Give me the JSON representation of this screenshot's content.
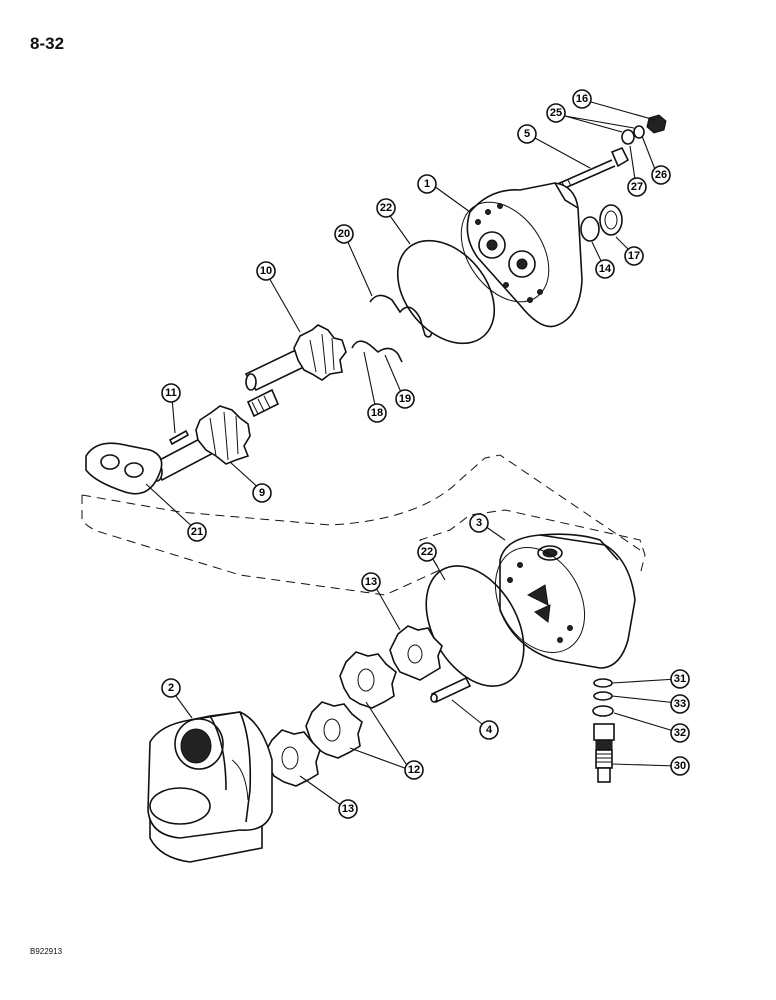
{
  "page": {
    "number": "8-32",
    "drawing_code": "B922913"
  },
  "callouts": [
    {
      "label": "16",
      "part": "nut"
    },
    {
      "label": "25",
      "part": "washer"
    },
    {
      "label": "5",
      "part": "bolt"
    },
    {
      "label": "26",
      "part": "washer"
    },
    {
      "label": "27",
      "part": "lock-washer"
    },
    {
      "label": "1",
      "part": "front-cover"
    },
    {
      "label": "22",
      "part": "o-ring-upper"
    },
    {
      "label": "20",
      "part": "seal-upper"
    },
    {
      "label": "14",
      "part": "washer-seal"
    },
    {
      "label": "17",
      "part": "shaft-seal"
    },
    {
      "label": "10",
      "part": "idler-gear-shaft"
    },
    {
      "label": "19",
      "part": "backup-seal"
    },
    {
      "label": "18",
      "part": "seal-lower"
    },
    {
      "label": "11",
      "part": "key"
    },
    {
      "label": "9",
      "part": "drive-gear-shaft"
    },
    {
      "label": "21",
      "part": "wear-plate"
    },
    {
      "label": "3",
      "part": "rear-cover"
    },
    {
      "label": "22",
      "part": "o-ring-lower"
    },
    {
      "label": "13",
      "part": "gear-upper"
    },
    {
      "label": "31",
      "part": "o-ring-small"
    },
    {
      "label": "33",
      "part": "backup-ring"
    },
    {
      "label": "2",
      "part": "gear-housing"
    },
    {
      "label": "4",
      "part": "dowel-pin"
    },
    {
      "label": "32",
      "part": "o-ring-valve"
    },
    {
      "label": "12",
      "part": "gears-pair"
    },
    {
      "label": "30",
      "part": "relief-valve"
    },
    {
      "label": "13",
      "part": "gear-lower"
    }
  ]
}
